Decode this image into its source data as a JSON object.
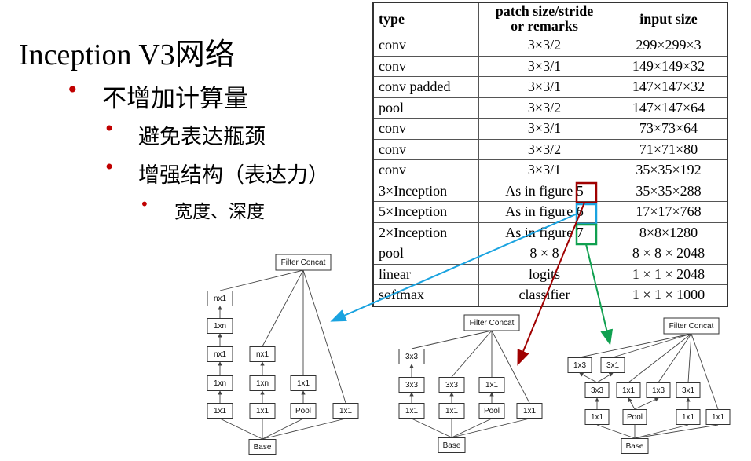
{
  "slide": {
    "title": "Inception V3网络",
    "bullets": [
      {
        "level": 1,
        "text": "不增加计算量"
      },
      {
        "level": 2,
        "text": "避免表达瓶颈"
      },
      {
        "level": 2,
        "text": "增强结构（表达力）"
      },
      {
        "level": 3,
        "text": "宽度、深度"
      }
    ],
    "bullet_glyph": "•",
    "bullet_color": "#c00000"
  },
  "table": {
    "headers": [
      "type",
      "patch size/stride\nor remarks",
      "input size"
    ],
    "rows": [
      [
        "conv",
        "3×3/2",
        "299×299×3"
      ],
      [
        "conv",
        "3×3/1",
        "149×149×32"
      ],
      [
        "conv padded",
        "3×3/1",
        "147×147×32"
      ],
      [
        "pool",
        "3×3/2",
        "147×147×64"
      ],
      [
        "conv",
        "3×3/1",
        "73×73×64"
      ],
      [
        "conv",
        "3×3/2",
        "71×71×80"
      ],
      [
        "conv",
        "3×3/1",
        "35×35×192"
      ],
      [
        "3×Inception",
        "As in figure 5",
        "35×35×288"
      ],
      [
        "5×Inception",
        "As in figure 6",
        "17×17×768"
      ],
      [
        "2×Inception",
        "As in figure 7",
        "8×8×1280"
      ],
      [
        "pool",
        "8 × 8",
        "8 × 8 × 2048"
      ],
      [
        "linear",
        "logits",
        "1 × 1 × 2048"
      ],
      [
        "softmax",
        "classifier",
        "1 × 1 × 1000"
      ]
    ]
  },
  "highlights": [
    {
      "figure": "5",
      "color": "#a00000"
    },
    {
      "figure": "6",
      "color": "#1aa3e0"
    },
    {
      "figure": "7",
      "color": "#10a050"
    }
  ],
  "diagrams": {
    "fig6": {
      "concat": "Filter Concat",
      "base": "Base",
      "labels": [
        "nx1",
        "1xn",
        "nx1",
        "1xn",
        "1x1",
        "nx1",
        "1xn",
        "1x1",
        "1x1",
        "Pool",
        "1x1"
      ]
    },
    "fig5": {
      "concat": "Filter Concat",
      "base": "Base",
      "labels": [
        "3x3",
        "3x3",
        "1x1",
        "3x3",
        "1x1",
        "1x1",
        "Pool",
        "1x1"
      ]
    },
    "fig7": {
      "concat": "Filter Concat",
      "base": "Base",
      "labels": [
        "1x3",
        "3x1",
        "3x3",
        "1x1",
        "1x3",
        "3x1",
        "1x1",
        "Pool",
        "1x1",
        "1x1"
      ]
    }
  }
}
